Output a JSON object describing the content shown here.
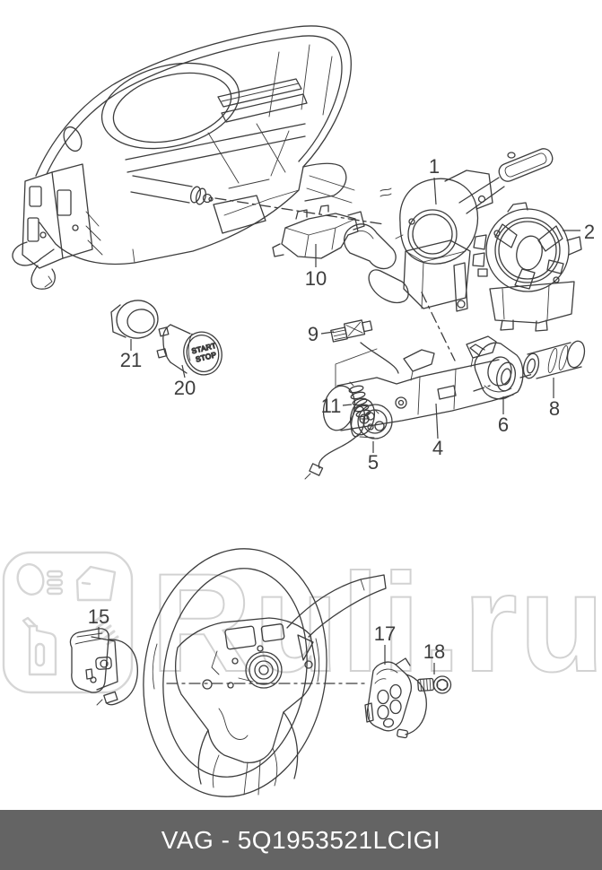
{
  "page": {
    "background": "#ffffff"
  },
  "watermark": {
    "text": "Ruli.ru",
    "color": "#d2d2d2",
    "logo_icons": [
      "headlight-icon",
      "vent-slats-icon",
      "car-door-icon",
      "oil-canister-icon",
      "spring-icon"
    ]
  },
  "diagram": {
    "line_color": "#3d3d3d",
    "description_parts": {
      "start_stop_button": {
        "line1": "START",
        "line2": "STOP"
      }
    },
    "callouts": {
      "c1": "1",
      "c2": "2",
      "c4": "4",
      "c5": "5",
      "c6": "6",
      "c8": "8",
      "c9": "9",
      "c10": "10",
      "c11": "11",
      "c15": "15",
      "c17": "17",
      "c18": "18",
      "c20": "20",
      "c21": "21"
    }
  },
  "footer": {
    "text": "VAG - 5Q1953521LCIGI",
    "background": "#646464",
    "text_color": "#ffffff"
  }
}
